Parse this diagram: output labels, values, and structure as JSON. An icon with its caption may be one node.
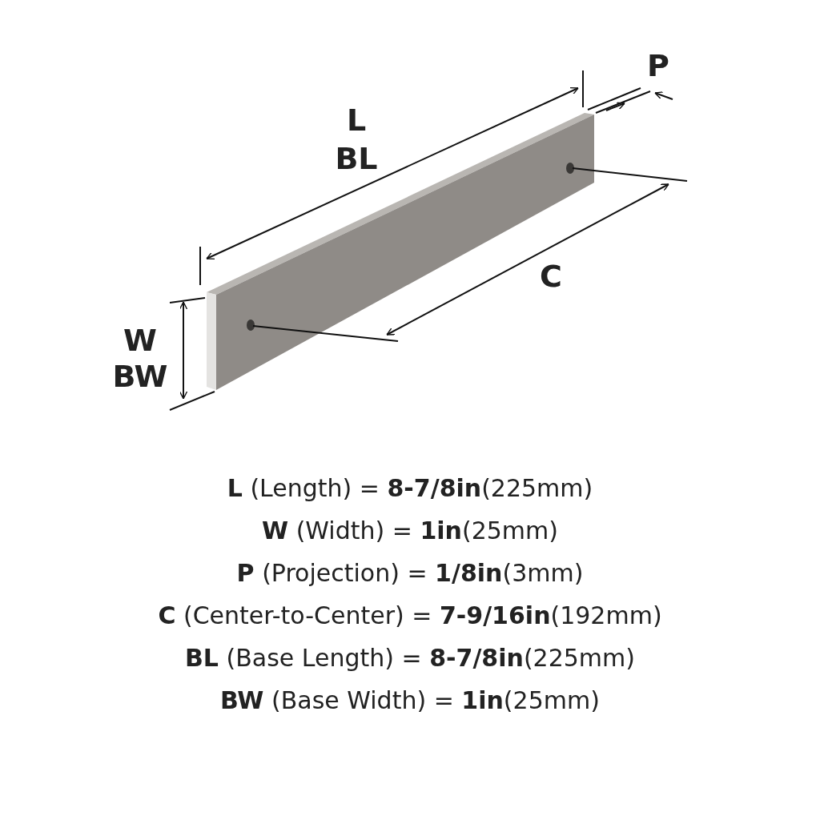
{
  "diagram": {
    "labels": [
      "P",
      "L",
      "BL",
      "C",
      "W",
      "BW",
      "**L** (Length) = **8-7/8in**(225mm)",
      "**W** (Width) = **1in**(25mm)",
      "**P** (Projection) = **1/8in**(3mm)",
      "**C** (Center-to-Center) = **7-9/16in**(192mm)",
      "**BL** (Base Length) = **8-7/8in**(225mm)",
      "**BW** (Base Width) = **1in**(25mm)"
    ]
  }
}
